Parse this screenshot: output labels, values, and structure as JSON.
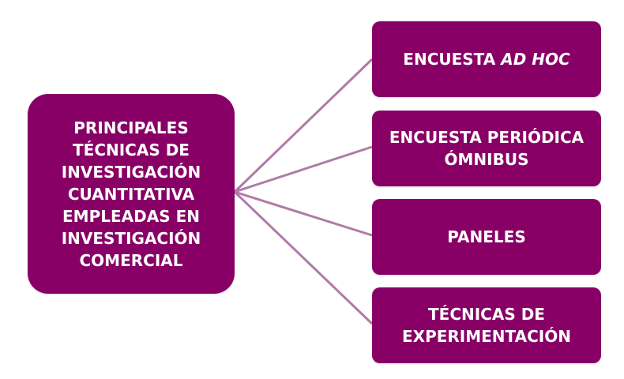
{
  "root": {
    "label": "PRINCIPALES\nTÉCNICAS DE\nINVESTIGACIÓN\nCUANTITATIVA\nEMPLEADAS EN\nINVESTIGACIÓN\nCOMERCIAL"
  },
  "children": [
    {
      "label_plain": "ENCUESTA ",
      "label_italic": "AD HOC"
    },
    {
      "label_plain": "ENCUESTA PERIÓDICA\nÓMNIBUS",
      "label_italic": ""
    },
    {
      "label_plain": "PANELES",
      "label_italic": ""
    },
    {
      "label_plain": "TÉCNICAS DE\nEXPERIMENTACIÓN",
      "label_italic": ""
    }
  ],
  "colors": {
    "box_fill": "#880066",
    "connector": "#b07aa8",
    "text": "#ffffff"
  }
}
